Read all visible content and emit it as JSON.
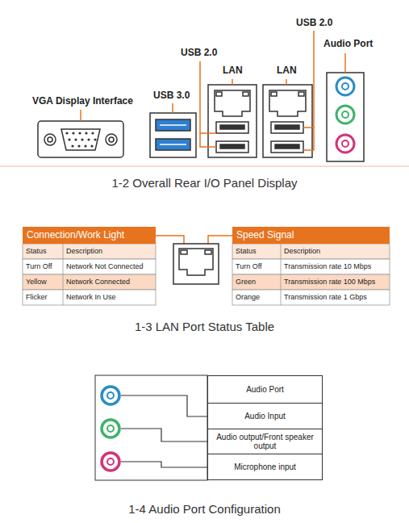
{
  "diagram": {
    "nodes": [
      {
        "text": [
          "Connection/Work Light"
        ]
      },
      {
        "text": [
          "Speed Signal"
        ]
      },
      {
        "text": [
          "Audio Port"
        ]
      },
      {
        "text": [
          "Audio Input"
        ]
      },
      {
        "text": [
          "Audio output/Front speaker output"
        ]
      },
      {
        "text": [
          "Microphone input"
        ]
      }
    ],
    "labels": [
      "VGA Display Interface",
      "USB 3.0",
      "USB 2.0",
      "LAN",
      "LAN",
      "USB 2.0",
      "Audio Port",
      "1-2 Overall Rear I/O Panel Display",
      "Status",
      "Description",
      "Turn Off",
      "Network Not Connected",
      "Yellow",
      "Network Connected",
      "Flicker",
      "Network In Use",
      "Status",
      "Description",
      "Turn Off",
      "Transmission rate 10 Mbps",
      "Green",
      "Transmission rate 100 Mbps",
      "Orange",
      "Transmission rate 1 Gbps",
      "1-3 LAN Port Status Table",
      "1-4 Audio Port Configuration"
    ]
  }
}
